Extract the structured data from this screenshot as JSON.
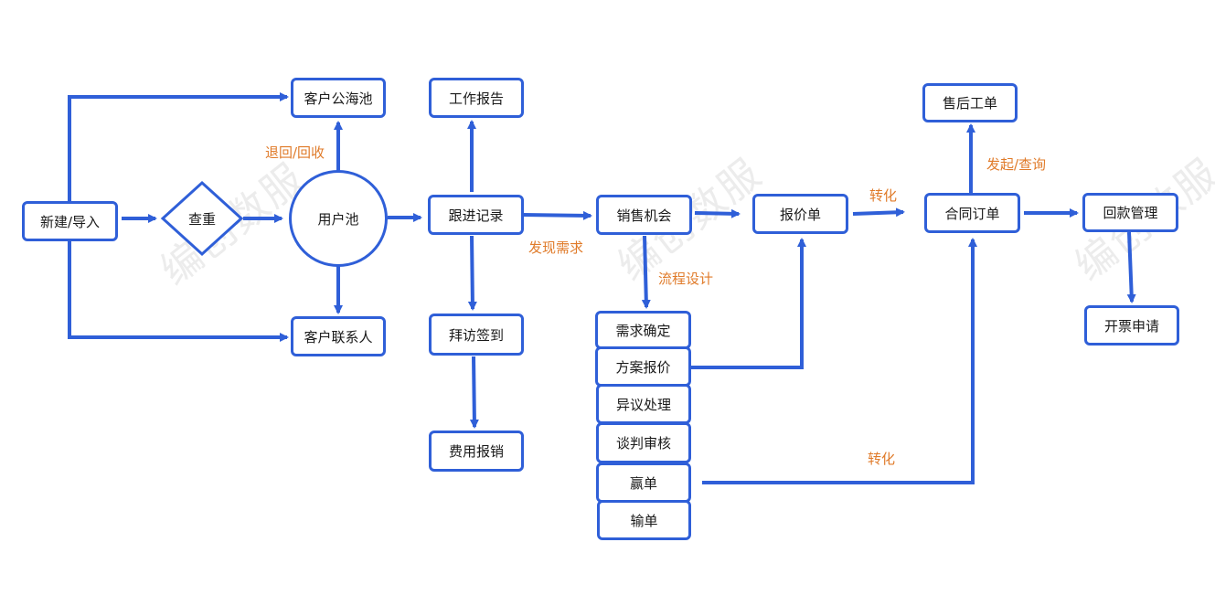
{
  "colors": {
    "line": "#2f5fd8",
    "label": "#e07b2a",
    "text": "#1a1a1a"
  },
  "watermark": "编创数服",
  "nodes": {
    "new_import": "新建/导入",
    "dedupe": "查重",
    "user_pool": "用户池",
    "customer_sea": "客户公海池",
    "customer_contact": "客户联系人",
    "follow_record": "跟进记录",
    "work_report": "工作报告",
    "visit_checkin": "拜访签到",
    "expense_claim": "费用报销",
    "sales_opportunity": "销售机会",
    "quote": "报价单",
    "contract_order": "合同订单",
    "after_sales": "售后工单",
    "payment_mgmt": "回款管理",
    "invoice_request": "开票申请",
    "stages": [
      "需求确定",
      "方案报价",
      "异议处理",
      "谈判审核",
      "赢单",
      "输单"
    ]
  },
  "labels": {
    "return_recover": "退回/回收",
    "discover_demand": "发现需求",
    "process_design": "流程设计",
    "convert": "转化",
    "initiate_query": "发起/查询"
  }
}
